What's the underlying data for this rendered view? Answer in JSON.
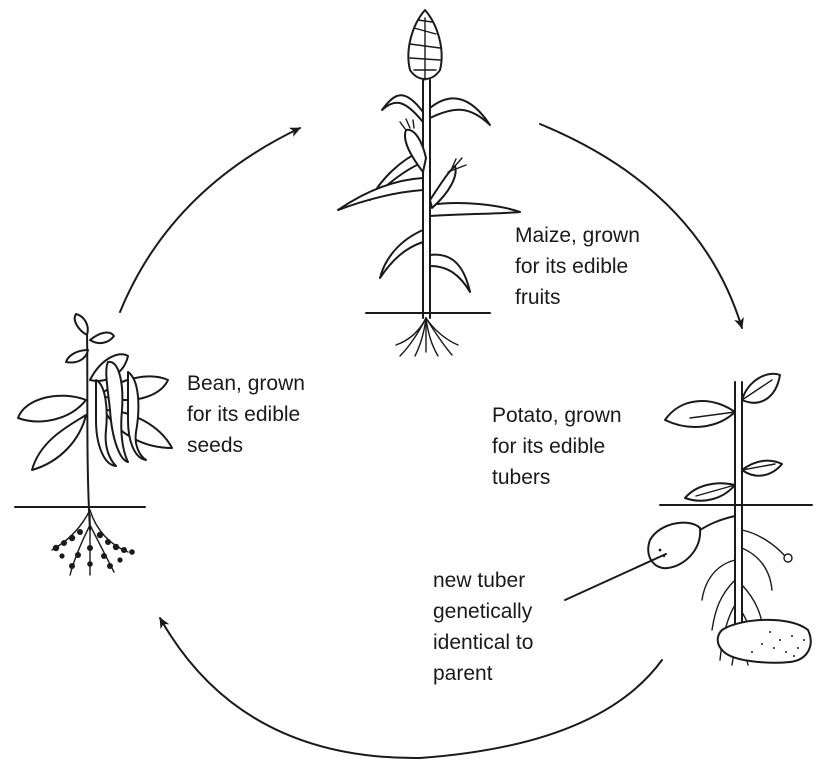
{
  "labels": {
    "maize": [
      "Maize, grown",
      "for its edible",
      "fruits"
    ],
    "potato": [
      "Potato, grown",
      "for its edible",
      "tubers"
    ],
    "bean": [
      "Bean, grown",
      "for its edible",
      "seeds"
    ],
    "new_tuber": [
      "new tuber",
      "genetically",
      "identical to",
      "parent"
    ]
  }
}
